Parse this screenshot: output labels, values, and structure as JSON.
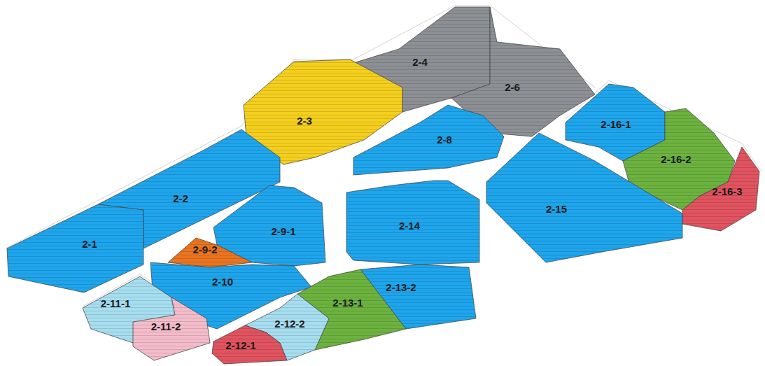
{
  "diagram": {
    "nodes": [
      {
        "text": [
          "2-4"
        ]
      },
      {
        "text": [
          "2-6"
        ]
      },
      {
        "text": [
          "2-3"
        ]
      },
      {
        "text": [
          "2-8"
        ]
      },
      {
        "text": [
          "2-16-1"
        ]
      },
      {
        "text": [
          "2-2"
        ]
      },
      {
        "text": [
          "2-16-2"
        ]
      },
      {
        "text": [
          "2-16-3"
        ]
      },
      {
        "text": [
          "2-9-1"
        ]
      },
      {
        "text": [
          "2-14"
        ]
      },
      {
        "text": [
          "2-15"
        ]
      },
      {
        "text": [
          "2-1"
        ]
      },
      {
        "text": [
          "2-9-2"
        ]
      },
      {
        "text": [
          "2-10"
        ]
      },
      {
        "text": [
          "2-13-2"
        ]
      },
      {
        "text": [
          "2-13-1"
        ]
      },
      {
        "text": [
          "2-11-1"
        ]
      },
      {
        "text": [
          "2-12-2"
        ]
      },
      {
        "text": [
          "2-11-2"
        ]
      },
      {
        "text": [
          "2-12-1"
        ]
      }
    ]
  }
}
